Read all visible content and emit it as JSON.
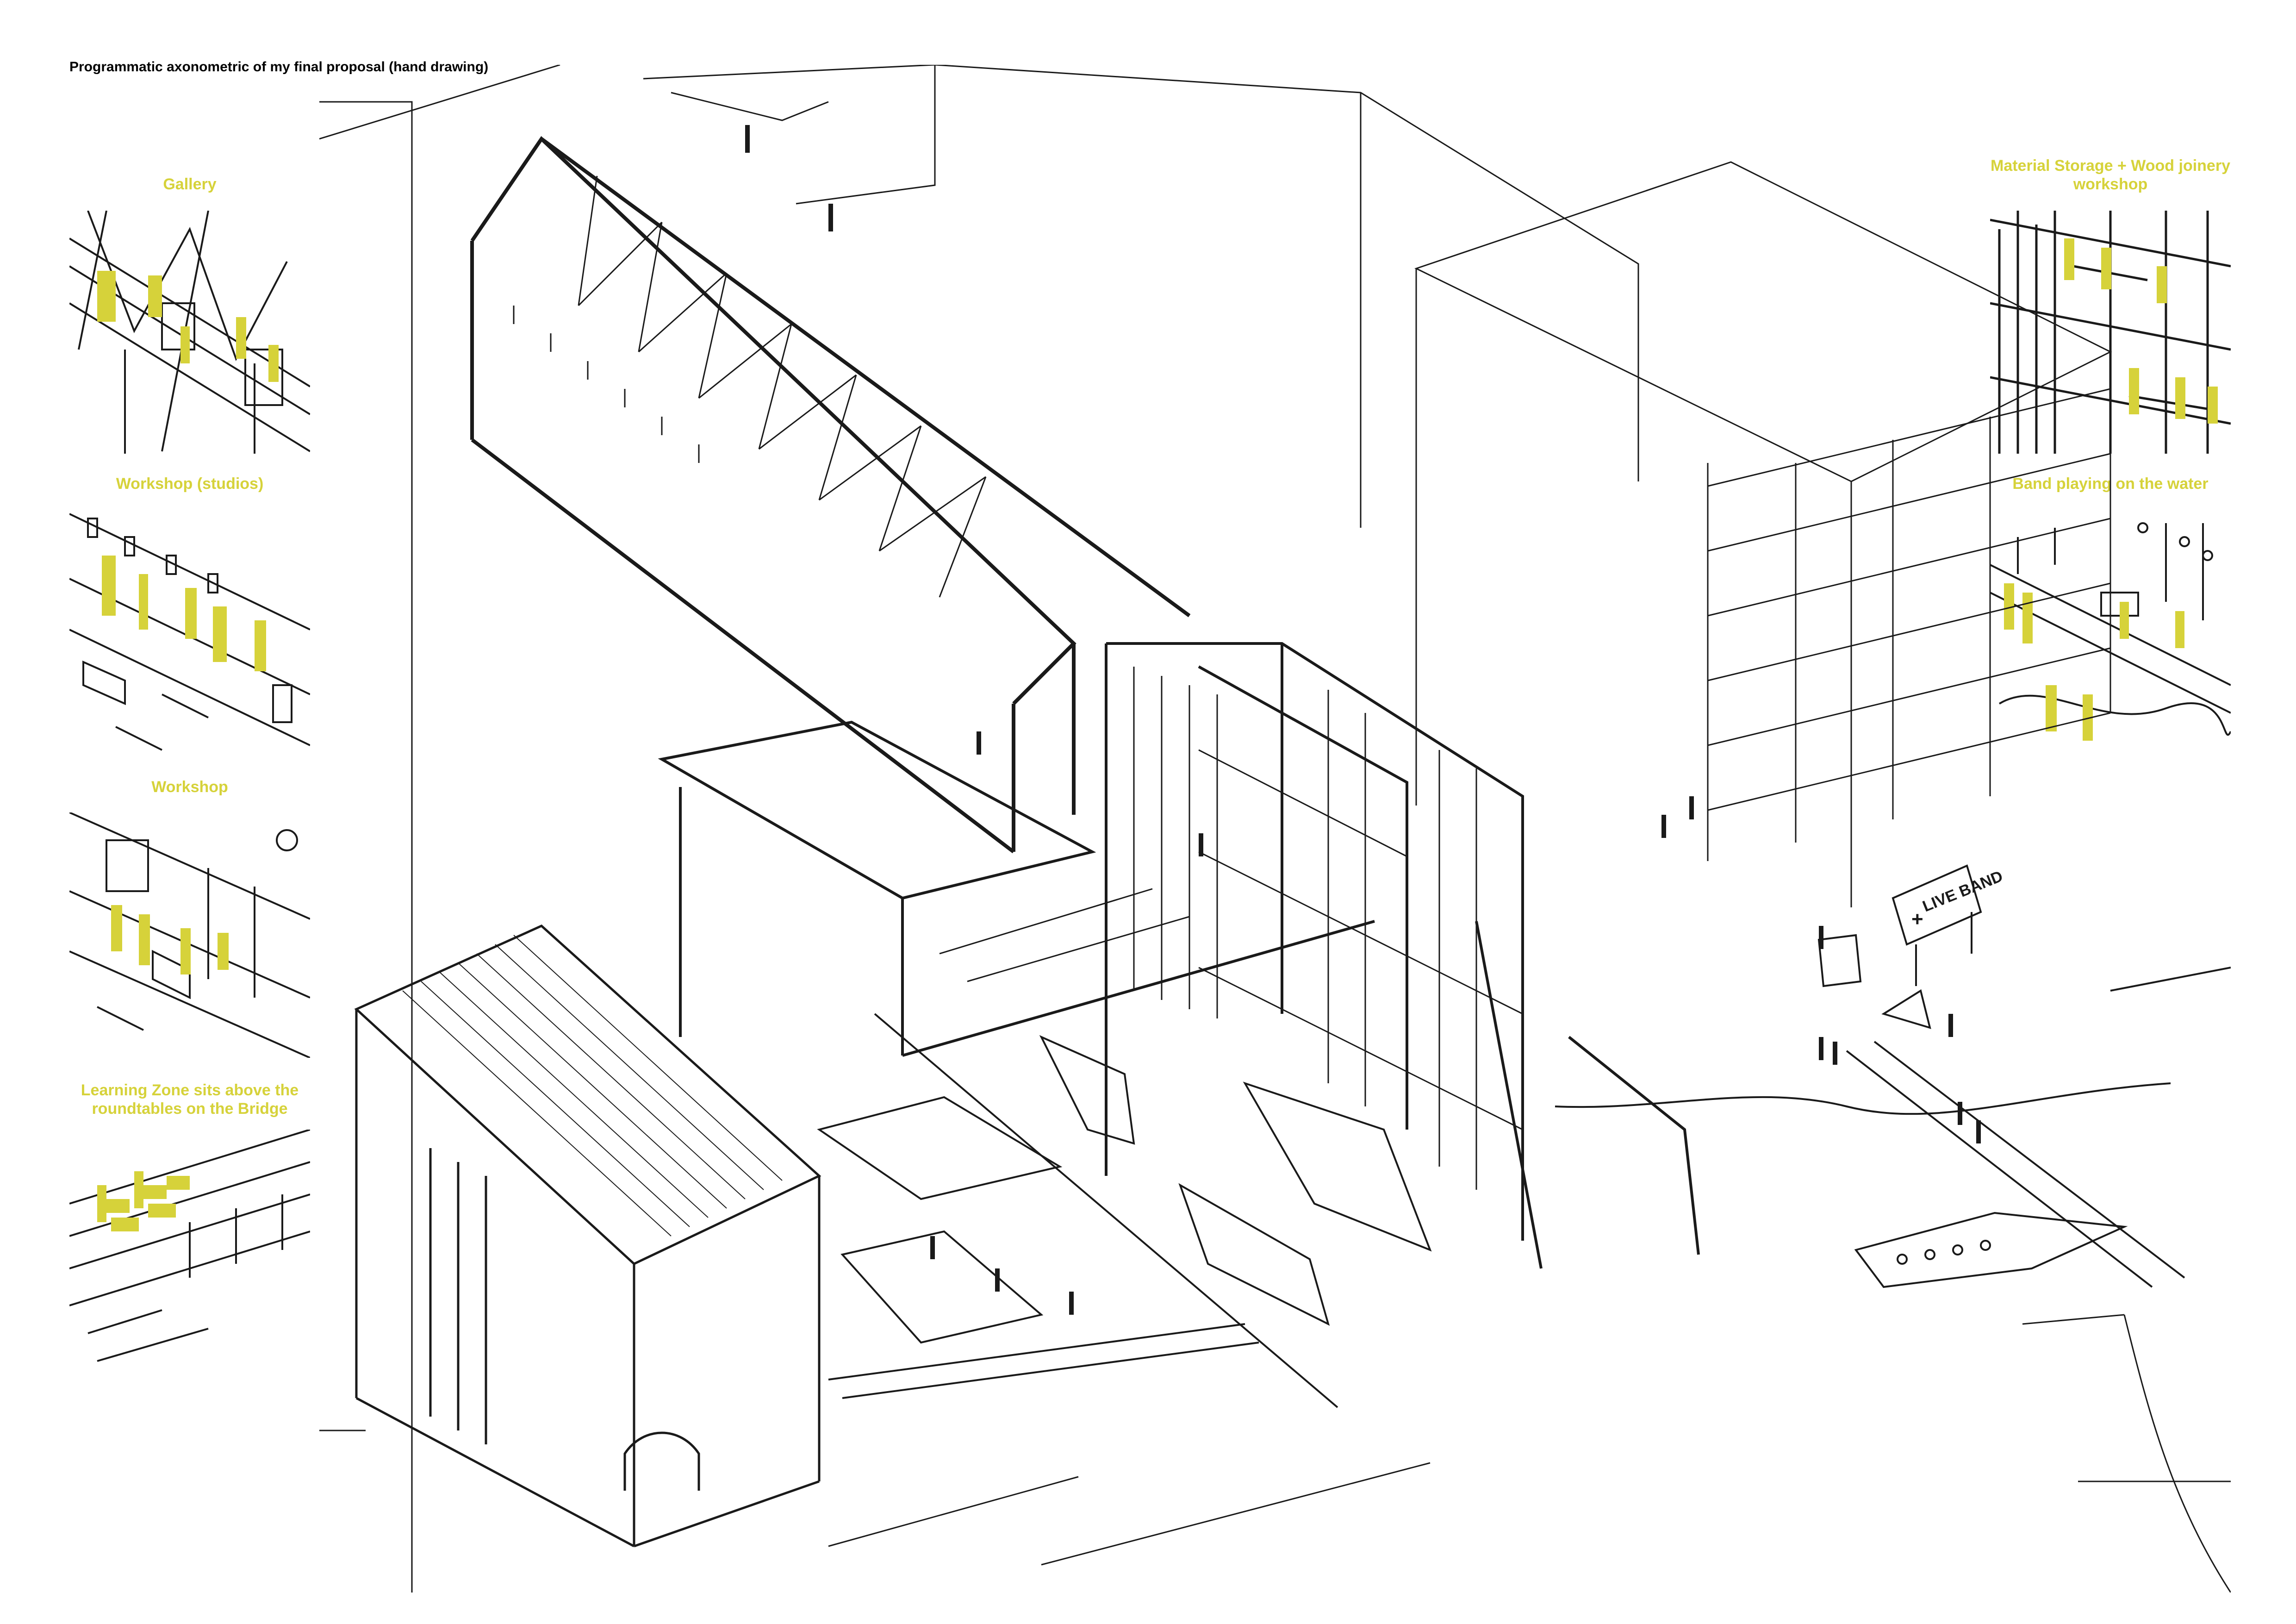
{
  "title": "Programmatic axonometric of my final proposal (hand drawing)",
  "accent_color": "#d6d23a",
  "line_color": "#1a1a1a",
  "panels": [
    {
      "id": "gallery",
      "label": "Gallery"
    },
    {
      "id": "workshop-studios",
      "label": "Workshop (studios)"
    },
    {
      "id": "workshop",
      "label": "Workshop"
    },
    {
      "id": "learning-zone",
      "label": "Learning Zone sits above the roundtables on the Bridge"
    },
    {
      "id": "material-storage",
      "label": "Material Storage + Wood joinery workshop"
    },
    {
      "id": "band",
      "label": "Band playing on the water"
    }
  ],
  "signs": {
    "live_band": "LIVE BAND",
    "arrow_sign": "+"
  }
}
